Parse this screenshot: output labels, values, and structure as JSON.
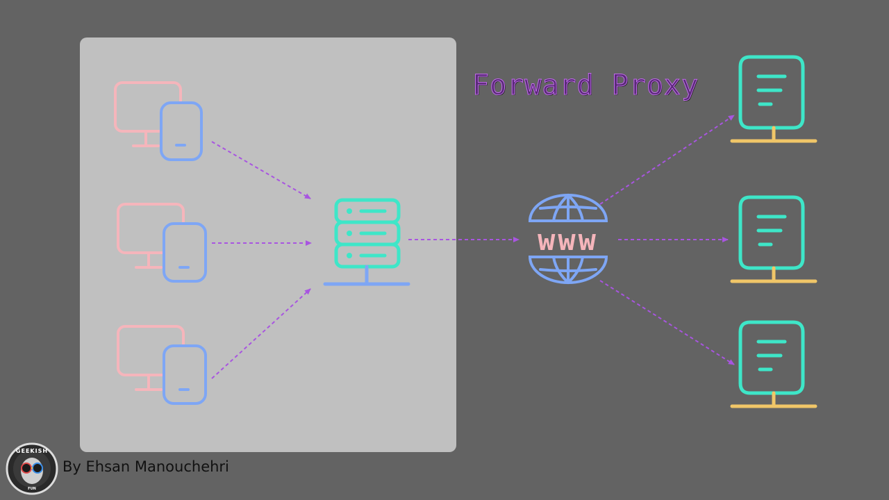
{
  "title": "Forward Proxy",
  "author": "By Ehsan Manouchehri",
  "logo": {
    "text": "GEEKISH",
    "subtext": "FUN"
  },
  "globe_label": "www",
  "nodes": {
    "clients": [
      "client-1",
      "client-2",
      "client-3"
    ],
    "proxy": "proxy-server",
    "internet": "www",
    "servers": [
      "server-1",
      "server-2",
      "server-3"
    ]
  },
  "colors": {
    "background": "#636363",
    "network_box": "#c0c0c0",
    "monitor": "#f5b5bb",
    "phone": "#7ea6f5",
    "proxy": "#3ee6c8",
    "globe": "#7ea6f5",
    "globe_text": "#f5b5bb",
    "server": "#3ee6c8",
    "server_base": "#f0c668",
    "arrow": "#a855e0",
    "title": "#5a2a78"
  }
}
